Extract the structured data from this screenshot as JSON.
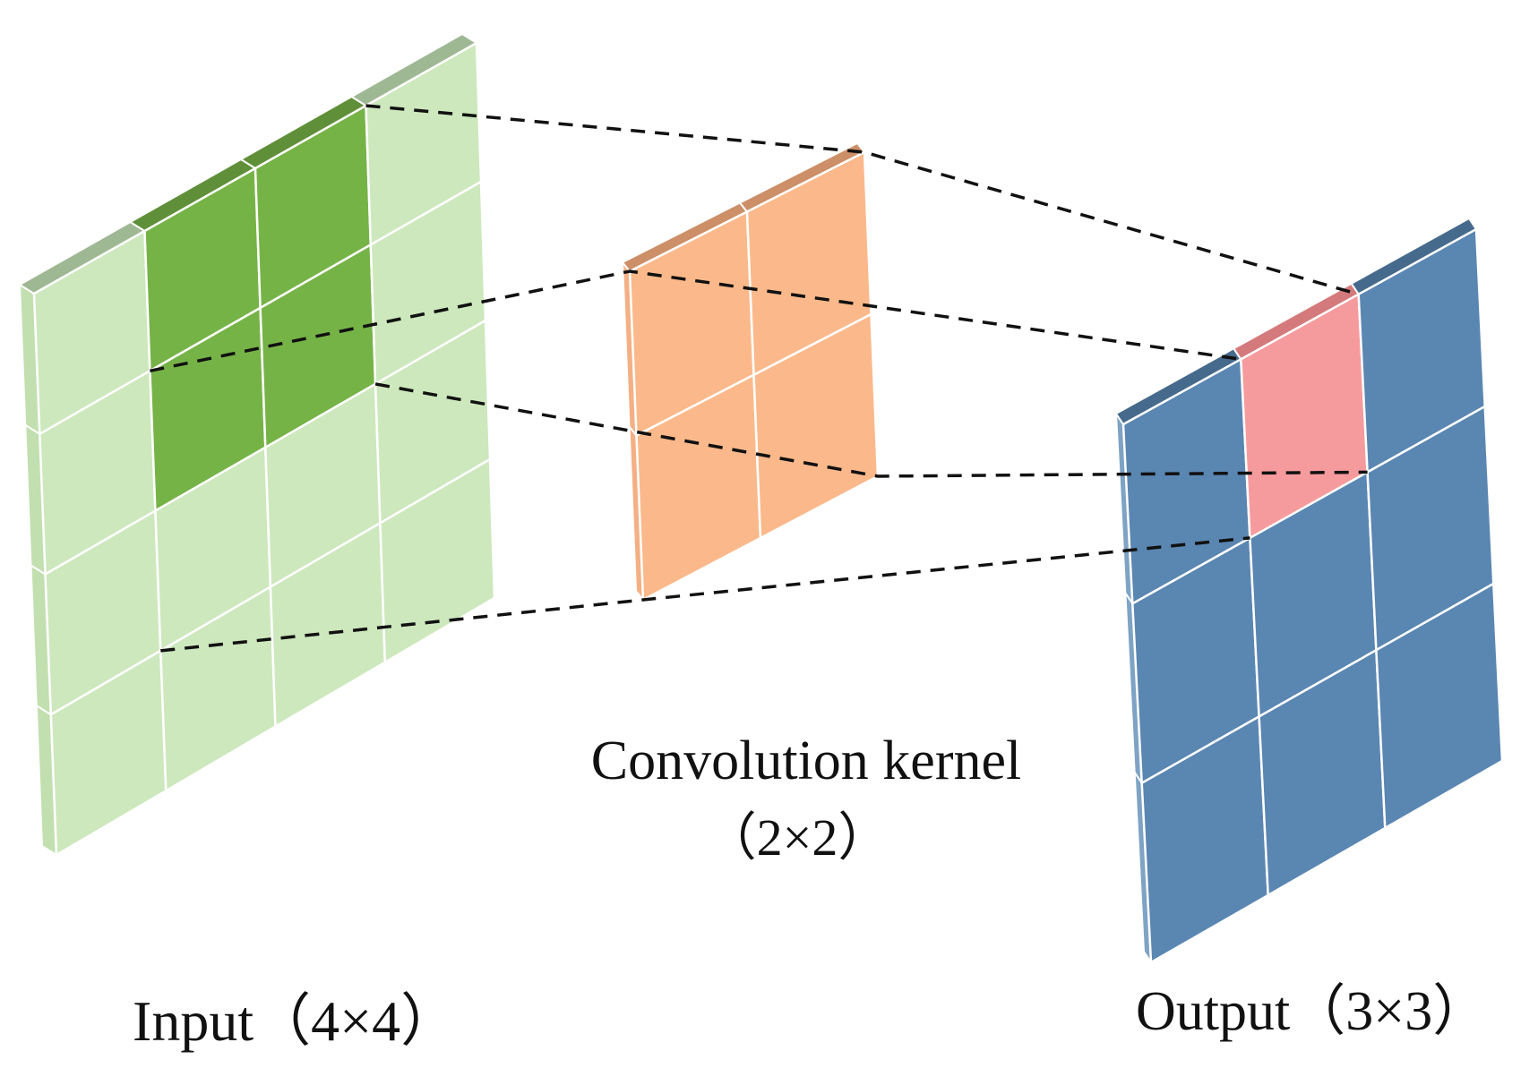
{
  "labels": {
    "kernel_title": "Convolution kernel",
    "kernel_size": "（2×2）",
    "input": "Input（4×4）",
    "output": "Output（3×3）"
  },
  "input_grid": {
    "rows": 4,
    "cols": 4,
    "highlight": [
      [
        0,
        1
      ],
      [
        0,
        2
      ],
      [
        1,
        1
      ],
      [
        1,
        2
      ]
    ]
  },
  "kernel_grid": {
    "rows": 2,
    "cols": 2
  },
  "output_grid": {
    "rows": 3,
    "cols": 3,
    "highlight": [
      [
        0,
        1
      ]
    ]
  },
  "colors": {
    "input_face": "#cde8bd",
    "input_top": "#9fb894",
    "input_side": "#c2dfb0",
    "input_highlight_face": "#76b347",
    "input_highlight_top": "#5f8f38",
    "kernel_face": "#fbb98b",
    "kernel_top": "#cc8f67",
    "kernel_side": "#f4b084",
    "output_face": "#5a86b2",
    "output_top": "#466a8c",
    "output_side": "#7ea3c4",
    "output_highlight_face": "#f69b9d",
    "output_highlight_top": "#d57a7c",
    "grid_line": "#ffffff",
    "connector": "#111111"
  }
}
